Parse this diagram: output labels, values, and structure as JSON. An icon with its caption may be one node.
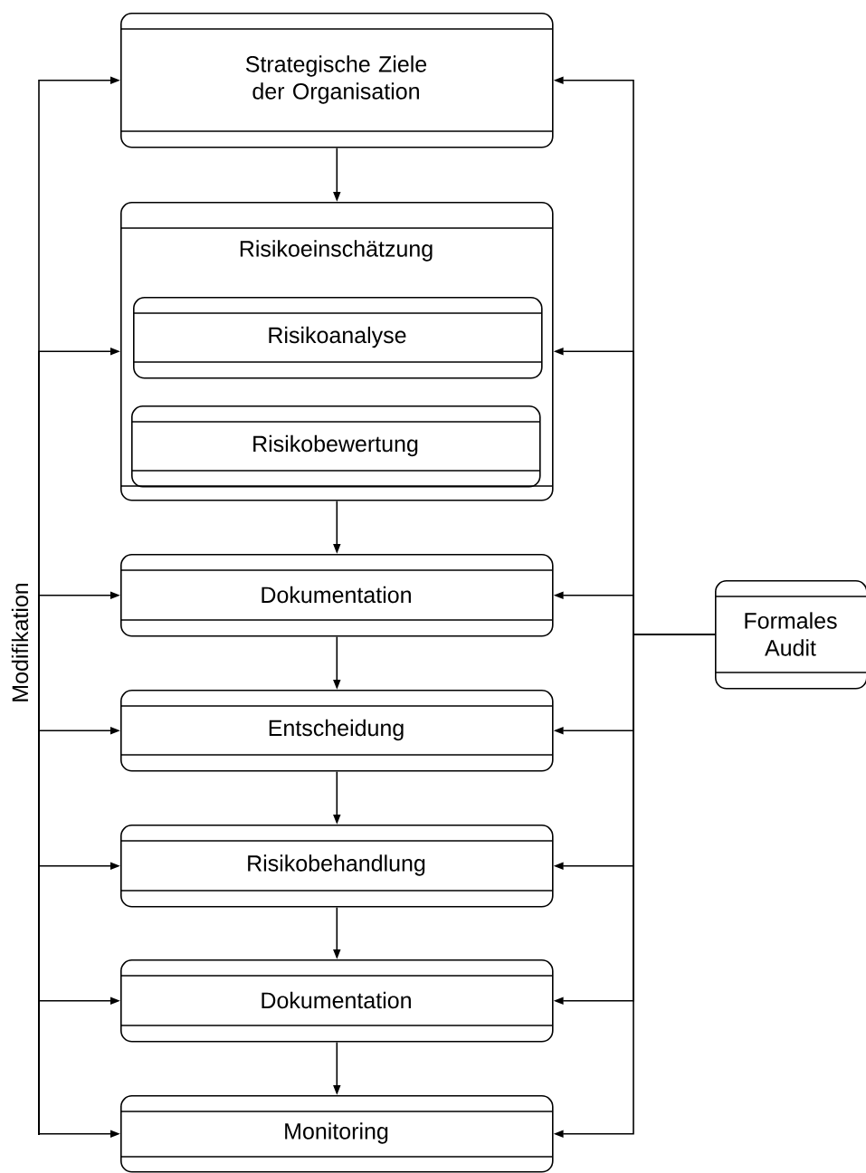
{
  "diagram": {
    "nodes": [
      {
        "text": [
          "Strategische Ziele der Organisation"
        ]
      },
      {
        "text": [
          "Risikoeinschätzung"
        ]
      },
      {
        "text": [
          "Risikoanalyse"
        ],
        "in": 1
      },
      {
        "text": [
          "Risikobewertung"
        ],
        "in": 1
      },
      {
        "text": [
          "Dokumentation"
        ]
      },
      {
        "text": [
          "Entscheidung"
        ]
      },
      {
        "text": [
          "Risikobehandlung"
        ]
      },
      {
        "text": [
          "Dokumentation"
        ]
      },
      {
        "text": [
          "Monitoring"
        ]
      },
      {
        "text": [
          "Formales Audit"
        ]
      }
    ],
    "edges": [
      {
        "from": 0,
        "to": 1,
        "arrow": "to"
      },
      {
        "from": 1,
        "to": 4,
        "arrow": "to"
      },
      {
        "from": 4,
        "to": 5,
        "arrow": "to"
      },
      {
        "from": 5,
        "to": 6,
        "arrow": "to"
      },
      {
        "from": 6,
        "to": 7,
        "arrow": "to"
      },
      {
        "from": 7,
        "to": 8,
        "arrow": "to"
      },
      {
        "from": null,
        "to": 0,
        "arrow": "to"
      },
      {
        "from": null,
        "to": 1,
        "arrow": "to"
      },
      {
        "from": null,
        "to": 4,
        "arrow": "to"
      },
      {
        "from": null,
        "to": 5,
        "arrow": "to"
      },
      {
        "from": null,
        "to": 6,
        "arrow": "to"
      },
      {
        "from": null,
        "to": 7,
        "arrow": "to"
      },
      {
        "from": null,
        "to": 8,
        "arrow": "to"
      },
      {
        "from": 9,
        "to": 0,
        "arrow": "to"
      },
      {
        "from": 9,
        "to": 1,
        "arrow": "to"
      },
      {
        "from": 9,
        "to": 4,
        "arrow": "to"
      },
      {
        "from": 9,
        "to": 5,
        "arrow": "to"
      },
      {
        "from": 9,
        "to": 6,
        "arrow": "to"
      },
      {
        "from": 9,
        "to": 7,
        "arrow": "to"
      },
      {
        "from": 9,
        "to": 8,
        "arrow": "to"
      }
    ],
    "labels": [
      "Modifikation"
    ]
  }
}
